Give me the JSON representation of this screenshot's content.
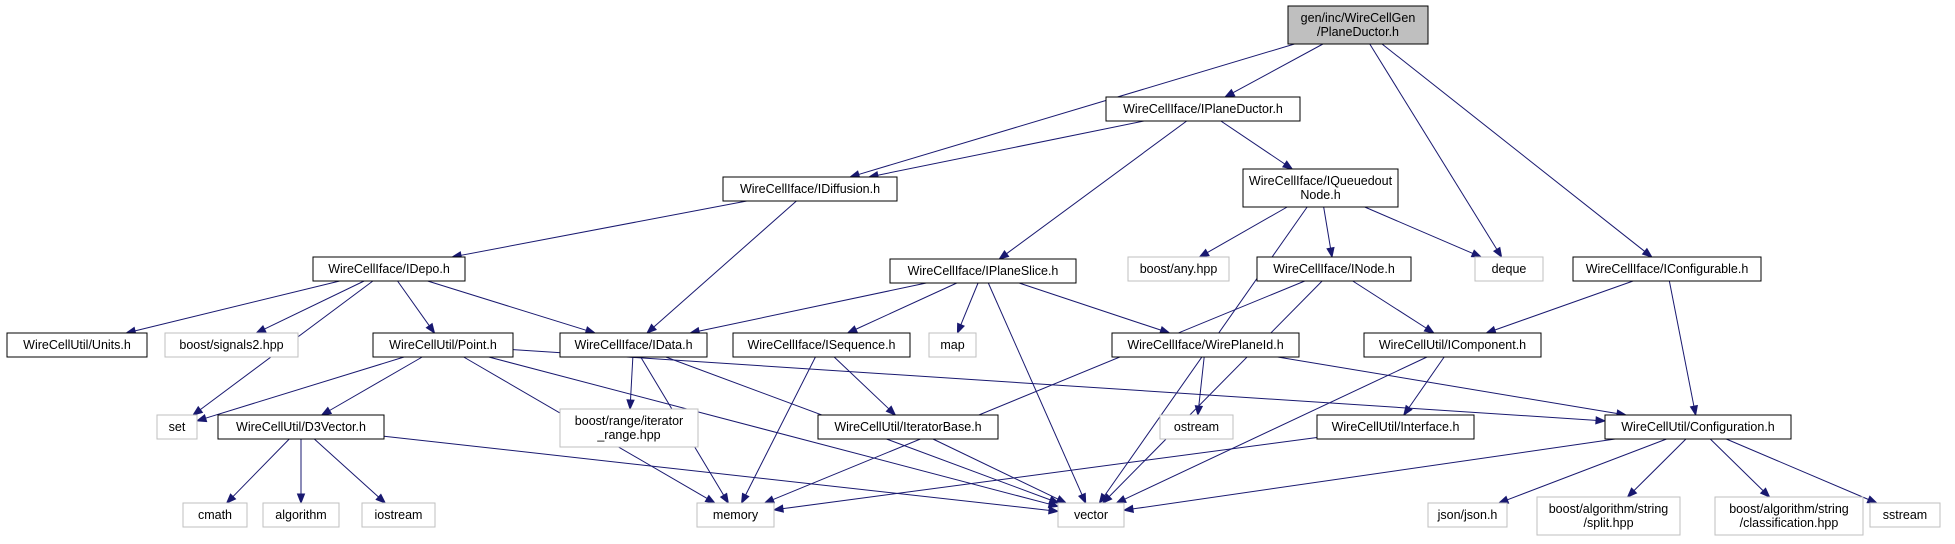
{
  "diagram": {
    "type": "include-dependency-graph",
    "colors": {
      "edge": "#191970",
      "root_fill": "#bfbfbf",
      "node_border": "#000000",
      "external_border": "#bfbfbf"
    },
    "nodes": [
      {
        "id": "root",
        "lines": [
          "gen/inc/WireCellGen",
          "/PlaneDuctor.h"
        ],
        "kind": "root"
      },
      {
        "id": "iplaneductor",
        "lines": [
          "WireCellIface/IPlaneDuctor.h"
        ],
        "kind": "normal"
      },
      {
        "id": "idiffusion",
        "lines": [
          "WireCellIface/IDiffusion.h"
        ],
        "kind": "normal"
      },
      {
        "id": "iqueuedout",
        "lines": [
          "WireCellIface/IQueuedout",
          "Node.h"
        ],
        "kind": "normal"
      },
      {
        "id": "idepo",
        "lines": [
          "WireCellIface/IDepo.h"
        ],
        "kind": "normal"
      },
      {
        "id": "iplaneslice",
        "lines": [
          "WireCellIface/IPlaneSlice.h"
        ],
        "kind": "normal"
      },
      {
        "id": "boostany",
        "lines": [
          "boost/any.hpp"
        ],
        "kind": "external"
      },
      {
        "id": "inode",
        "lines": [
          "WireCellIface/INode.h"
        ],
        "kind": "normal"
      },
      {
        "id": "deque",
        "lines": [
          "deque"
        ],
        "kind": "external"
      },
      {
        "id": "iconfigurable",
        "lines": [
          "WireCellIface/IConfigurable.h"
        ],
        "kind": "normal"
      },
      {
        "id": "units",
        "lines": [
          "WireCellUtil/Units.h"
        ],
        "kind": "normal"
      },
      {
        "id": "signals2",
        "lines": [
          "boost/signals2.hpp"
        ],
        "kind": "external"
      },
      {
        "id": "point",
        "lines": [
          "WireCellUtil/Point.h"
        ],
        "kind": "normal"
      },
      {
        "id": "idata",
        "lines": [
          "WireCellIface/IData.h"
        ],
        "kind": "normal"
      },
      {
        "id": "isequence",
        "lines": [
          "WireCellIface/ISequence.h"
        ],
        "kind": "normal"
      },
      {
        "id": "map",
        "lines": [
          "map"
        ],
        "kind": "external"
      },
      {
        "id": "wireplaneid",
        "lines": [
          "WireCellIface/WirePlaneId.h"
        ],
        "kind": "normal"
      },
      {
        "id": "icomponent",
        "lines": [
          "WireCellUtil/IComponent.h"
        ],
        "kind": "normal"
      },
      {
        "id": "set",
        "lines": [
          "set"
        ],
        "kind": "external"
      },
      {
        "id": "d3vector",
        "lines": [
          "WireCellUtil/D3Vector.h"
        ],
        "kind": "normal"
      },
      {
        "id": "iterrange",
        "lines": [
          "boost/range/iterator",
          "_range.hpp"
        ],
        "kind": "external"
      },
      {
        "id": "iteratorbase",
        "lines": [
          "WireCellUtil/IteratorBase.h"
        ],
        "kind": "normal"
      },
      {
        "id": "ostream",
        "lines": [
          "ostream"
        ],
        "kind": "external"
      },
      {
        "id": "interface",
        "lines": [
          "WireCellUtil/Interface.h"
        ],
        "kind": "normal"
      },
      {
        "id": "configuration",
        "lines": [
          "WireCellUtil/Configuration.h"
        ],
        "kind": "normal"
      },
      {
        "id": "cmath",
        "lines": [
          "cmath"
        ],
        "kind": "external"
      },
      {
        "id": "algorithm",
        "lines": [
          "algorithm"
        ],
        "kind": "external"
      },
      {
        "id": "iostream",
        "lines": [
          "iostream"
        ],
        "kind": "external"
      },
      {
        "id": "memory",
        "lines": [
          "memory"
        ],
        "kind": "external"
      },
      {
        "id": "vector",
        "lines": [
          "vector"
        ],
        "kind": "external"
      },
      {
        "id": "json",
        "lines": [
          "json/json.h"
        ],
        "kind": "external"
      },
      {
        "id": "split",
        "lines": [
          "boost/algorithm/string",
          "/split.hpp"
        ],
        "kind": "external"
      },
      {
        "id": "classification",
        "lines": [
          "boost/algorithm/string",
          "/classification.hpp"
        ],
        "kind": "external"
      },
      {
        "id": "sstream",
        "lines": [
          "sstream"
        ],
        "kind": "external"
      }
    ],
    "edges": [
      [
        "root",
        "iplaneductor"
      ],
      [
        "root",
        "idiffusion"
      ],
      [
        "root",
        "deque"
      ],
      [
        "root",
        "iconfigurable"
      ],
      [
        "iplaneductor",
        "idiffusion"
      ],
      [
        "iplaneductor",
        "iqueuedout"
      ],
      [
        "iplaneductor",
        "iplaneslice"
      ],
      [
        "idiffusion",
        "idepo"
      ],
      [
        "idiffusion",
        "idata"
      ],
      [
        "iqueuedout",
        "boostany"
      ],
      [
        "iqueuedout",
        "inode"
      ],
      [
        "iqueuedout",
        "deque"
      ],
      [
        "iqueuedout",
        "vector"
      ],
      [
        "idepo",
        "units"
      ],
      [
        "idepo",
        "signals2"
      ],
      [
        "idepo",
        "point"
      ],
      [
        "idepo",
        "idata"
      ],
      [
        "idepo",
        "set"
      ],
      [
        "iplaneslice",
        "idata"
      ],
      [
        "iplaneslice",
        "isequence"
      ],
      [
        "iplaneslice",
        "map"
      ],
      [
        "iplaneslice",
        "wireplaneid"
      ],
      [
        "iplaneslice",
        "vector"
      ],
      [
        "inode",
        "icomponent"
      ],
      [
        "inode",
        "memory"
      ],
      [
        "inode",
        "vector"
      ],
      [
        "iconfigurable",
        "icomponent"
      ],
      [
        "iconfigurable",
        "configuration"
      ],
      [
        "point",
        "set"
      ],
      [
        "point",
        "d3vector"
      ],
      [
        "point",
        "configuration"
      ],
      [
        "point",
        "memory"
      ],
      [
        "point",
        "vector"
      ],
      [
        "idata",
        "iterrange"
      ],
      [
        "idata",
        "memory"
      ],
      [
        "idata",
        "vector"
      ],
      [
        "isequence",
        "iteratorbase"
      ],
      [
        "isequence",
        "memory"
      ],
      [
        "wireplaneid",
        "ostream"
      ],
      [
        "wireplaneid",
        "configuration"
      ],
      [
        "icomponent",
        "interface"
      ],
      [
        "icomponent",
        "vector"
      ],
      [
        "d3vector",
        "cmath"
      ],
      [
        "d3vector",
        "algorithm"
      ],
      [
        "d3vector",
        "iostream"
      ],
      [
        "d3vector",
        "vector"
      ],
      [
        "iteratorbase",
        "vector"
      ],
      [
        "interface",
        "memory"
      ],
      [
        "configuration",
        "vector"
      ],
      [
        "configuration",
        "json"
      ],
      [
        "configuration",
        "split"
      ],
      [
        "configuration",
        "classification"
      ],
      [
        "configuration",
        "sstream"
      ]
    ]
  }
}
